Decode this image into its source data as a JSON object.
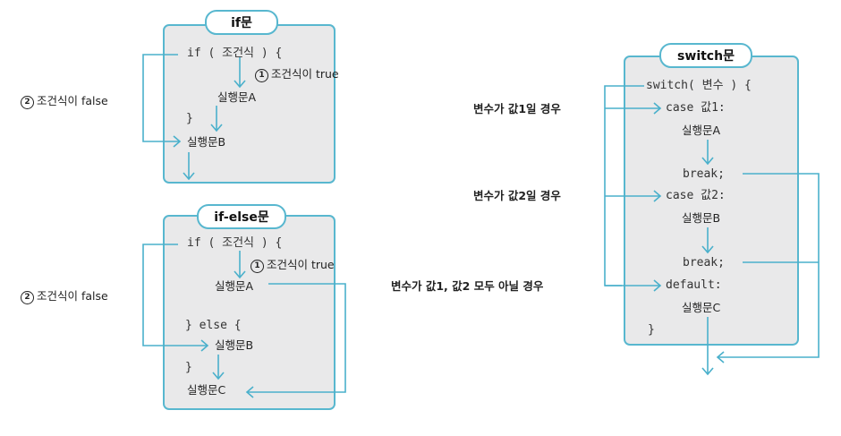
{
  "if_diagram": {
    "title": "if문",
    "code_if": "if ( 조건식 ) {",
    "step1_num": "1",
    "step1_text": "조건식이 true",
    "body_a": "실행문A",
    "close": "}",
    "body_b": "실행문B",
    "step2_num": "2",
    "step2_text": "조건식이 false"
  },
  "ifelse_diagram": {
    "title": "if-else문",
    "code_if": "if ( 조건식 ) {",
    "step1_num": "1",
    "step1_text": "조건식이 true",
    "body_a": "실행문A",
    "else_line": "} else {",
    "body_b": "실행문B",
    "close": "}",
    "body_c": "실행문C",
    "step2_num": "2",
    "step2_text": "조건식이 false"
  },
  "switch_diagram": {
    "title": "switch문",
    "code_switch": "switch( 변수 ) {",
    "case1": "case 값1:",
    "body_a": "실행문A",
    "break1": "break;",
    "case2": "case 값2:",
    "body_b": "실행문B",
    "break2": "break;",
    "default": "default:",
    "body_c": "실행문C",
    "close": "}",
    "label_case1": "변수가 값1일 경우",
    "label_case2": "변수가 값2일 경우",
    "label_default": "변수가 값1, 값2 모두 아닐 경우"
  },
  "colors": {
    "accent": "#4ab0cb",
    "box_fill": "#e9e9ea"
  }
}
